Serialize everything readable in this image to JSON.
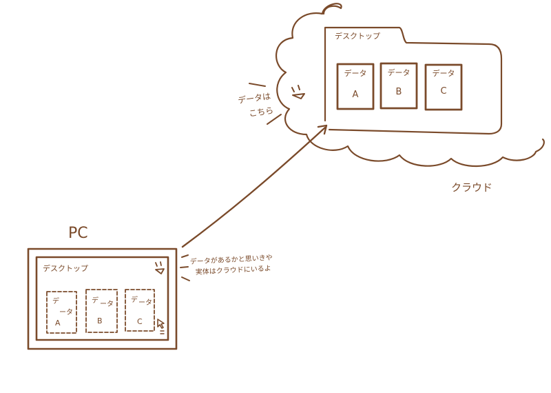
{
  "cloud": {
    "desktop_label": "デスクトップ",
    "files": [
      {
        "line1": "データ",
        "line2": "A"
      },
      {
        "line1": "データ",
        "line2": "B"
      },
      {
        "line1": "データ",
        "line2": "C"
      }
    ],
    "caption": "クラウド",
    "note_line1": "データは",
    "note_line2": "こちら"
  },
  "pc": {
    "title": "PC",
    "desktop_label": "デスクトップ",
    "files": [
      {
        "line1": "デ",
        "line2": "ータ",
        "line3": "A"
      },
      {
        "line1": "デ",
        "line2": "ータ",
        "line3": "B"
      },
      {
        "line1": "デ",
        "line2": "ータ",
        "line3": "C"
      }
    ],
    "note_line1": "データがあるかと思いきや",
    "note_line2": "実体はクラウドにいるよ"
  },
  "colors": {
    "ink": "#7a4a2a",
    "background": "#ffffff"
  }
}
